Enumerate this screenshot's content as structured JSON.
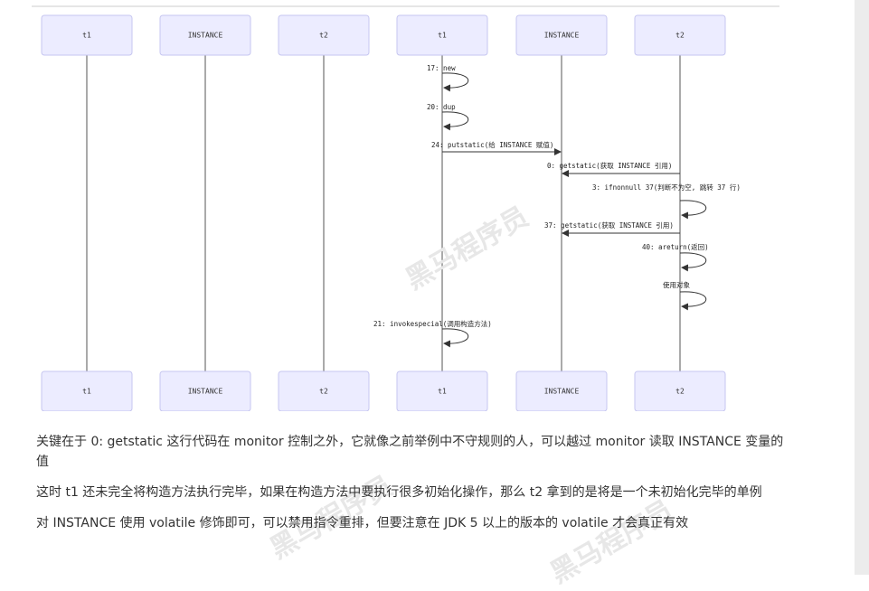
{
  "participants_top": [
    {
      "label": "t1"
    },
    {
      "label": "INSTANCE"
    },
    {
      "label": "t2"
    },
    {
      "label": "t1"
    },
    {
      "label": "INSTANCE"
    },
    {
      "label": "t2"
    }
  ],
  "participants_bottom": [
    {
      "label": "t1"
    },
    {
      "label": "INSTANCE"
    },
    {
      "label": "t2"
    },
    {
      "label": "t1"
    },
    {
      "label": "INSTANCE"
    },
    {
      "label": "t2"
    }
  ],
  "messages": [
    {
      "from": 3,
      "to": 3,
      "label": "17: new"
    },
    {
      "from": 3,
      "to": 3,
      "label": "20: dup"
    },
    {
      "from": 3,
      "to": 4,
      "label": "24: putstatic(给 INSTANCE 赋值)"
    },
    {
      "from": 5,
      "to": 4,
      "label": "0: getstatic(获取 INSTANCE 引用)"
    },
    {
      "from": 5,
      "to": 5,
      "label": "3: ifnonnull 37(判断不为空, 跳转 37 行)"
    },
    {
      "from": 5,
      "to": 4,
      "label": "37: getstatic(获取 INSTANCE 引用)"
    },
    {
      "from": 5,
      "to": 5,
      "label": "40: areturn(返回)"
    },
    {
      "from": 5,
      "to": 5,
      "label": "使用对象"
    },
    {
      "from": 3,
      "to": 3,
      "label": "21: invokespecial(调用构造方法)"
    }
  ],
  "paragraphs": [
    {
      "text": "关键在于 0: getstatic 这行代码在 monitor 控制之外，它就像之前举例中不守规则的人，可以越过 monitor 读取 INSTANCE 变量的值"
    },
    {
      "text": "这时 t1 还未完全将构造方法执行完毕，如果在构造方法中要执行很多初始化操作，那么 t2 拿到的是将是一个未初始化完毕的单例"
    },
    {
      "text": "对 INSTANCE 使用 volatile 修饰即可，可以禁用指令重排，但要注意在 JDK 5 以上的版本的 volatile 才会真正有效"
    }
  ],
  "watermark": {
    "text": "黑马程序员",
    "url": "www.itheima.com"
  },
  "colors": {
    "participant_fill": "#ececff",
    "participant_border": "#c6c6f0",
    "line": "#333333",
    "text": "#333333"
  }
}
